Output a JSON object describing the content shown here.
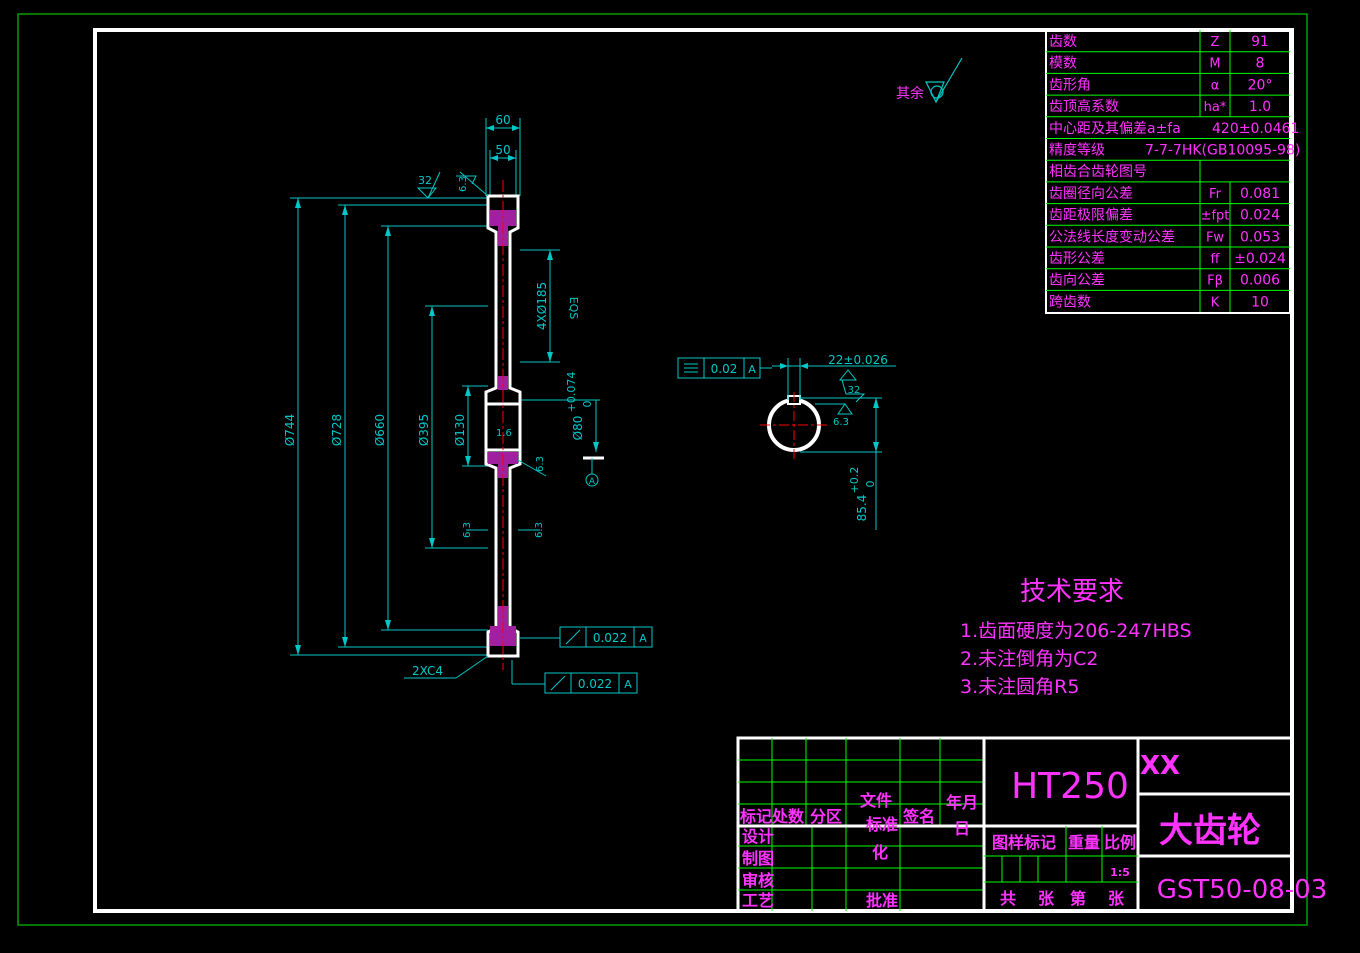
{
  "colors": {
    "background": "#000000",
    "outer_border": "#00a000",
    "frame": "#ffffff",
    "dimension": "#00c8c8",
    "text_magenta": "#ff33ff",
    "section_fill": "#a020a0",
    "grid_green": "#00ff00",
    "center_line": "#ff0000"
  },
  "gear_table": {
    "rows": [
      {
        "label": "齿数",
        "symbol": "Z",
        "value": "91"
      },
      {
        "label": "模数",
        "symbol": "M",
        "value": "8"
      },
      {
        "label": "齿形角",
        "symbol": "α",
        "value": "20°"
      },
      {
        "label": "齿顶高系数",
        "symbol": "ha*",
        "value": "1.0"
      },
      {
        "label": "中心距及其偏差a±fa",
        "symbol": "",
        "value": "420±0.0461"
      },
      {
        "label": "精度等级",
        "symbol": "",
        "value": "7-7-7HK(GB10095-98)"
      },
      {
        "label": "相齿合齿轮图号",
        "symbol": "",
        "value": ""
      },
      {
        "label": "齿圈径向公差",
        "symbol": "Fr",
        "value": "0.081"
      },
      {
        "label": "齿距极限偏差",
        "symbol": "±fpt",
        "value": "0.024"
      },
      {
        "label": "公法线长度变动公差",
        "symbol": "Fw",
        "value": "0.053"
      },
      {
        "label": "齿形公差",
        "symbol": "ff",
        "value": "±0.024"
      },
      {
        "label": "齿向公差",
        "symbol": "Fβ",
        "value": "0.006"
      },
      {
        "label": "跨齿数",
        "symbol": "K",
        "value": "10"
      }
    ]
  },
  "roughness_note": {
    "label": "其余"
  },
  "dimensions": {
    "width_60": "60",
    "width_50": "50",
    "rough_32_top": "32",
    "rough_63_top": "6.3",
    "d744": "Ø744",
    "d728": "Ø728",
    "d660": "Ø660",
    "d395": "Ø395",
    "d130": "Ø130",
    "holes": "4XØ185",
    "eqs": "EQS",
    "bore": "Ø80",
    "bore_tol_upper": "+0.074",
    "bore_tol_lower": "0",
    "rough_16": "1.6",
    "rough_63_hub": "6.3",
    "rough_63_left": "6.3",
    "rough_63_right": "6.3",
    "datum": "A",
    "chamfer": "2XC4"
  },
  "tolerance_frames": [
    {
      "value": "0.02",
      "datum": "A"
    },
    {
      "value": "0.022",
      "datum": "A"
    },
    {
      "value": "0.022",
      "datum": "A"
    }
  ],
  "keyway": {
    "width": "22±0.026",
    "rough_32": "32",
    "rough_63": "6.3",
    "depth": "85.4",
    "depth_tol_upper": "+0.2",
    "depth_tol_lower": "0"
  },
  "tech_requirements": {
    "title": "技术要求",
    "items": [
      "1.齿面硬度为206-247HBS",
      "2.未注倒角为C2",
      "3.未注圆角R5"
    ]
  },
  "title_block": {
    "headers": [
      "标记",
      "处数",
      "分区",
      "文件",
      "标准",
      "化",
      "签名",
      "年月",
      "日"
    ],
    "left_rows": [
      "设计",
      "制图",
      "审核",
      "工艺"
    ],
    "approve": "批准",
    "std": "标准",
    "std2": "化",
    "material": "HT250",
    "fields": [
      "图样标记",
      "重量",
      "比例"
    ],
    "scale": "1:5",
    "sheet": [
      "共",
      "张",
      "第",
      "张"
    ],
    "company": "XX",
    "part_name": "大齿轮",
    "drawing_no": "GST50-08-03"
  }
}
